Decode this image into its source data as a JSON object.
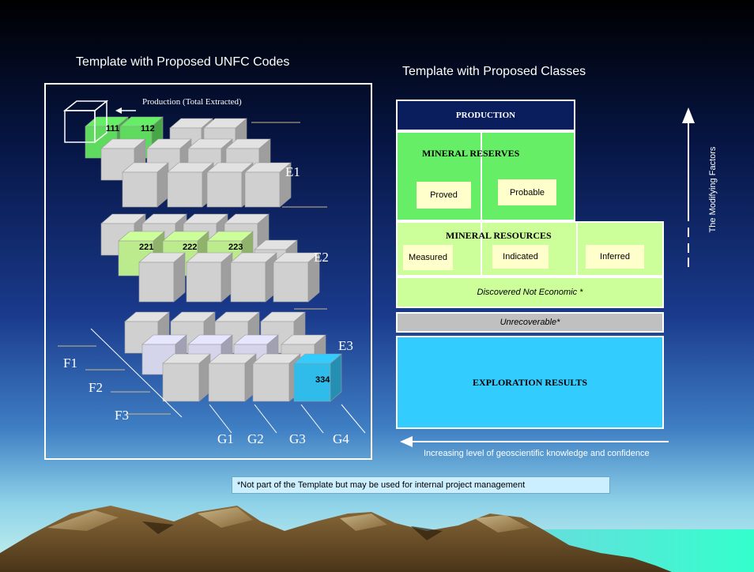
{
  "left_title": "Template with Proposed  UNFC Codes",
  "right_title": "Template with Proposed Classes",
  "production_label": "Production  (Total Extracted)",
  "codes": {
    "c111": "111",
    "c112": "112",
    "c221": "221",
    "c222": "222",
    "c223": "223",
    "c334": "334"
  },
  "axis_labels": {
    "e1": "E1",
    "e2": "E2",
    "e3": "E3",
    "f1": "F1",
    "f2": "F2",
    "f3": "F3",
    "g1": "G1",
    "g2": "G2",
    "g3": "G3",
    "g4": "G4"
  },
  "classes": {
    "production": "PRODUCTION",
    "mineral_reserves": "MINERAL RESERVES",
    "proved": "Proved",
    "probable": "Probable",
    "mineral_resources": "MINERAL RESOURCES",
    "measured": "Measured",
    "indicated": "Indicated",
    "inferred": "Inferred",
    "discovered_not_economic": "Discovered Not Economic *",
    "unrecoverable": "Unrecoverable*",
    "exploration_results": "EXPLORATION RESULTS"
  },
  "modifying_factors": "The Modifying Factors",
  "knowledge_axis": "Increasing level of geoscientific knowledge and confidence",
  "footnote": "*Not part of the Template but may be used for internal project management",
  "colors": {
    "green_bright": "#66ee66",
    "green_pale": "#ccff99",
    "navy": "#0a1d5c",
    "cyan": "#33ccff",
    "lavender": "#e6e6ff",
    "note_bg": "#ccefff"
  }
}
